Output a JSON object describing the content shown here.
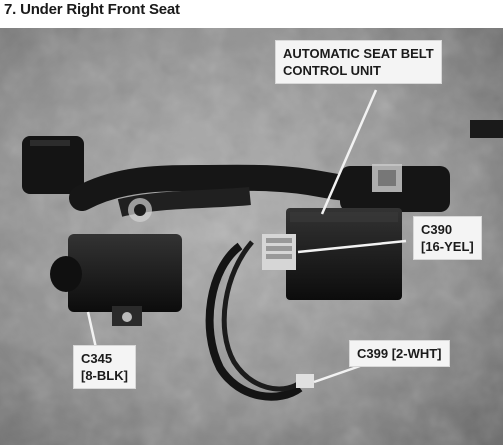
{
  "page": {
    "title": "7. Under Right Front Seat"
  },
  "callouts": {
    "control_unit": {
      "line1": "AUTOMATIC SEAT BELT",
      "line2": "CONTROL UNIT"
    },
    "c390": {
      "line1": "C390",
      "line2": "[16-YEL]"
    },
    "c345": {
      "line1": "C345",
      "line2": "[8-BLK]"
    },
    "c399": {
      "line1": "C399 [2-WHT]"
    }
  }
}
